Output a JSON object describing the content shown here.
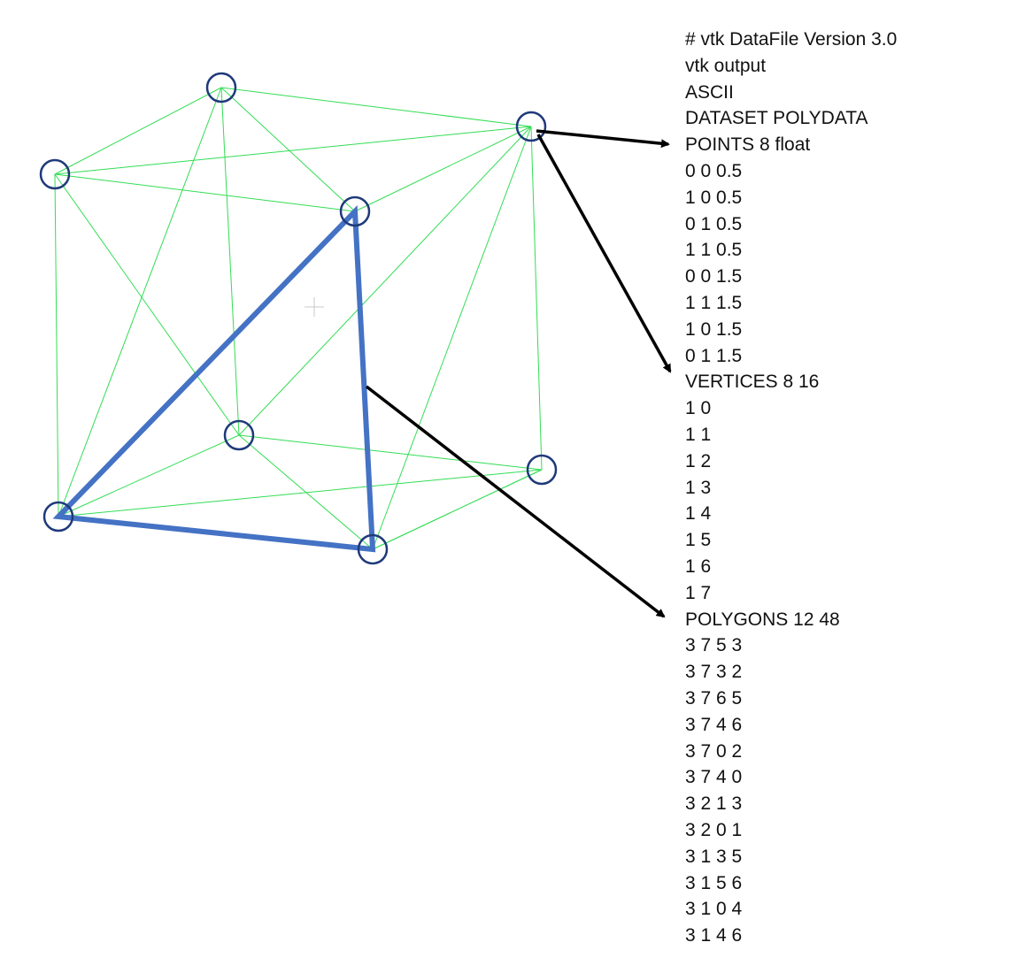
{
  "colors": {
    "wireframe": "#33dd55",
    "vertex_marker": "#1f3a7a",
    "highlight_triangle": "#4472c4",
    "arrow": "#000000",
    "text": "#111111"
  },
  "file_listing": [
    "# vtk DataFile Version 3.0",
    "vtk output",
    "ASCII",
    "DATASET POLYDATA",
    "POINTS 8 float",
    "0 0 0.5",
    "1 0 0.5",
    "0 1 0.5",
    "1 1 0.5",
    "0 0 1.5",
    "1 1 1.5",
    "1 0 1.5",
    "0 1 1.5",
    "VERTICES 8 16",
    "1 0",
    "1 1",
    "1 2",
    "1 3",
    "1 4",
    "1 5",
    "1 6",
    "1 7",
    "POLYGONS 12 48",
    "3 7 5 3",
    "3 7 3 2",
    "3 7 6 5",
    "3 7 4 6",
    "3 7 0 2",
    "3 7 4 0",
    "3 2 1 3",
    "3 2 0 1",
    "3 1 3 5",
    "3 1 5 6",
    "3 1 0 4",
    "3 1 4 6"
  ]
}
